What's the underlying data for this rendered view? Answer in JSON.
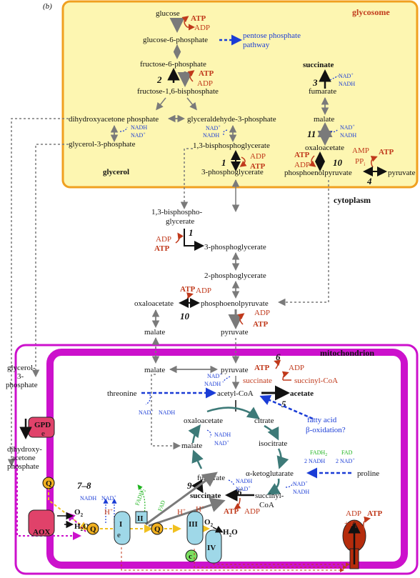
{
  "panel_label": "(b)",
  "regions": {
    "glycosome": "glycosome",
    "cytoplasm": "cytoplasm",
    "mitochondrion": "mitochondrion"
  },
  "colors": {
    "glycosome_fill": "#fdf6b1",
    "glycosome_border": "#f0a020",
    "mito_border": "#cc11cc",
    "atp": "#c0391b",
    "nad": "#1a3cd6",
    "fadh": "#1db31d",
    "arrow_grey": "#7a7a7a"
  },
  "glycosome": {
    "glucose": "glucose",
    "atp1": "ATP",
    "adp1": "ADP",
    "g6p": "glucose-6-phosphate",
    "ppp_line1": "pentose phosphate",
    "ppp_line2": "pathway",
    "f6p": "fructose-6-phosphate",
    "step2": "2",
    "atp2": "ATP",
    "adp2": "ADP",
    "f16bp": "fructose-1,6-bisphosphate",
    "dhap": "dihydroxyacetone phosphate",
    "g3p": "glyceraldehyde-3-phosphate",
    "nadh1": "NADH",
    "nad1": "NAD",
    "nad2": "NAD",
    "nadh2": "NADH",
    "glycerol3p": "glycerol-3-phosphate",
    "bpg13": "1,3-bisphosphoglycerate",
    "step1": "1",
    "adp3": "ADP",
    "atp3": "ATP",
    "pg3": "3-phosphoglycerate",
    "glycerol": "glycerol",
    "succinate": "succinate",
    "step3": "3",
    "nad3": "NAD",
    "nadh3": "NADH",
    "fumarate": "fumarate",
    "malate": "malate",
    "step11": "11",
    "nad4": "NAD",
    "nadh4": "NADH",
    "oxaloacetate": "oxaloacetate",
    "atp4": "ATP",
    "adp4": "ADP",
    "step10": "10",
    "amp": "AMP",
    "ppi": "PP",
    "ppi_sub": "i",
    "atp5": "ATP",
    "pep": "phosphoenolpyruvate",
    "step4": "4",
    "pyruvate": "pyruvate"
  },
  "cytoplasm": {
    "bpg_l1": "1,3-bisphospho-",
    "bpg_l2": "glycerate",
    "step1": "1",
    "adp": "ADP",
    "atp": "ATP",
    "pg3": "3-phosphoglycerate",
    "pg2": "2-phosphoglycerate",
    "atp2": "ATP",
    "adp2": "ADP",
    "oxaloacetate": "oxaloacetate",
    "pep": "phosphoenolpyruvate",
    "step10": "10",
    "malate": "malate",
    "pyruvate": "pyruvate",
    "adp3": "ADP",
    "atp3": "ATP",
    "glycerol3p_l1": "glycerol-",
    "glycerol3p_l2": "3-",
    "glycerol3p_l3": "phosphate",
    "dhap_l1": "dihydroxy-",
    "dhap_l2": "acetone",
    "dhap_l3": "phosphate"
  },
  "mito": {
    "malate": "malate",
    "pyruvate": "pyruvate",
    "atp": "ATP",
    "step6a": "6",
    "adp": "ADP",
    "nad1": "NAD",
    "nadh1": "NADH",
    "succinate": "succinate",
    "succcoa": "succinyl-CoA",
    "threonine": "threonine",
    "acetylcoa": "acetyl-CoA",
    "acetate": "acetate",
    "step5": "5",
    "nad2": "NAD",
    "nadh2": "NADH",
    "fa_l1": "fatty acid",
    "fa_l2": "β-oxidation?",
    "oxaloacetate": "oxaloacetate",
    "citrate": "citrate",
    "nadh3": "NADH",
    "nad3": "NAD",
    "malate2": "malate",
    "isocitrate": "isocitrate",
    "fadh2": "FADH",
    "fad": "FAD",
    "nadh2x": "2 NADH",
    "nad2x": "2 NAD",
    "akg": "α-ketoglutarate",
    "proline": "proline",
    "fumarate": "fumarate",
    "nadh4": "NADH",
    "nad4": "NAD",
    "step9": "9",
    "succinate2": "succinate",
    "step6b": "6",
    "succcoa2_l1": "succinyl-",
    "succcoa2_l2": "CoA",
    "nad5": "NAD",
    "nadh5": "NADH",
    "atp2": "ATP",
    "adp2": "ADP",
    "step78": "7–8",
    "nadh6": "NADH",
    "nad6": "NAD",
    "fadh2b": "FADH",
    "fadb": "FAD",
    "o2a": "O",
    "h2oa": "H",
    "o2b": "O",
    "h2ob": "H",
    "hplus1": "H",
    "hplus2": "H",
    "hplus3": "H",
    "adp_pi_l1": "ADP",
    "adp_pi_l2": "+ P",
    "atp3": "ATP",
    "gpd_l1": "GPD",
    "gpd_l2": "e",
    "aox": "AOX",
    "q": "Q",
    "c1": "I",
    "c2": "II",
    "c3": "III",
    "c4": "IV",
    "cyt": "c",
    "eminus": "e"
  }
}
